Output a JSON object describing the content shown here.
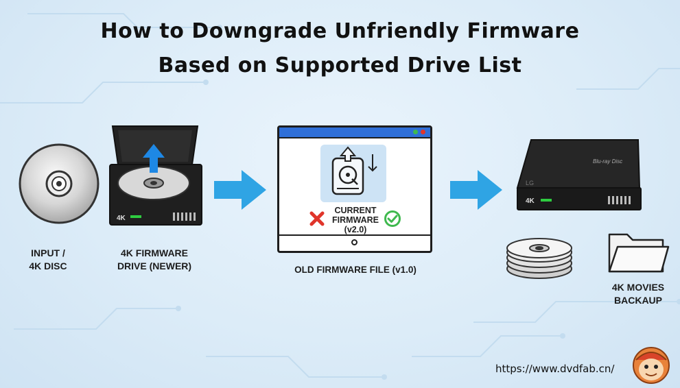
{
  "title": {
    "line1": "How to Downgrade Unfriendly Firmware",
    "line2": "Based on Supported Drive List"
  },
  "steps": [
    {
      "label_line1": "INPUT /",
      "label_line2": "4K DISC",
      "icon": "disc-icon"
    },
    {
      "label_line1": "4K FIRMWARE",
      "label_line2": "DRIVE (NEWER)",
      "icon": "open-drive-icon",
      "badge": "4K"
    },
    {
      "label": "OLD FIRMWARE FILE (v1.0)",
      "icon": "firmware-window-icon",
      "window_text": [
        "CURRENT",
        "FIRMWARE",
        "(v2.0)"
      ]
    },
    {
      "label_line1": "4K MOVIES",
      "label_line2": "BACKAUP",
      "icon": "bluray-drive-icon",
      "badge": "4K",
      "drive_brand": "LG",
      "drive_logo": "Blu-ray Disc"
    }
  ],
  "watermark": {
    "url": "https://www.dvdfab.cn/",
    "icon": "monkey-mascot-icon"
  },
  "colors": {
    "arrow": "#2fa4e4",
    "up_arrow": "#1e88e5",
    "cross": "#e0352b",
    "check": "#3fb94e"
  }
}
